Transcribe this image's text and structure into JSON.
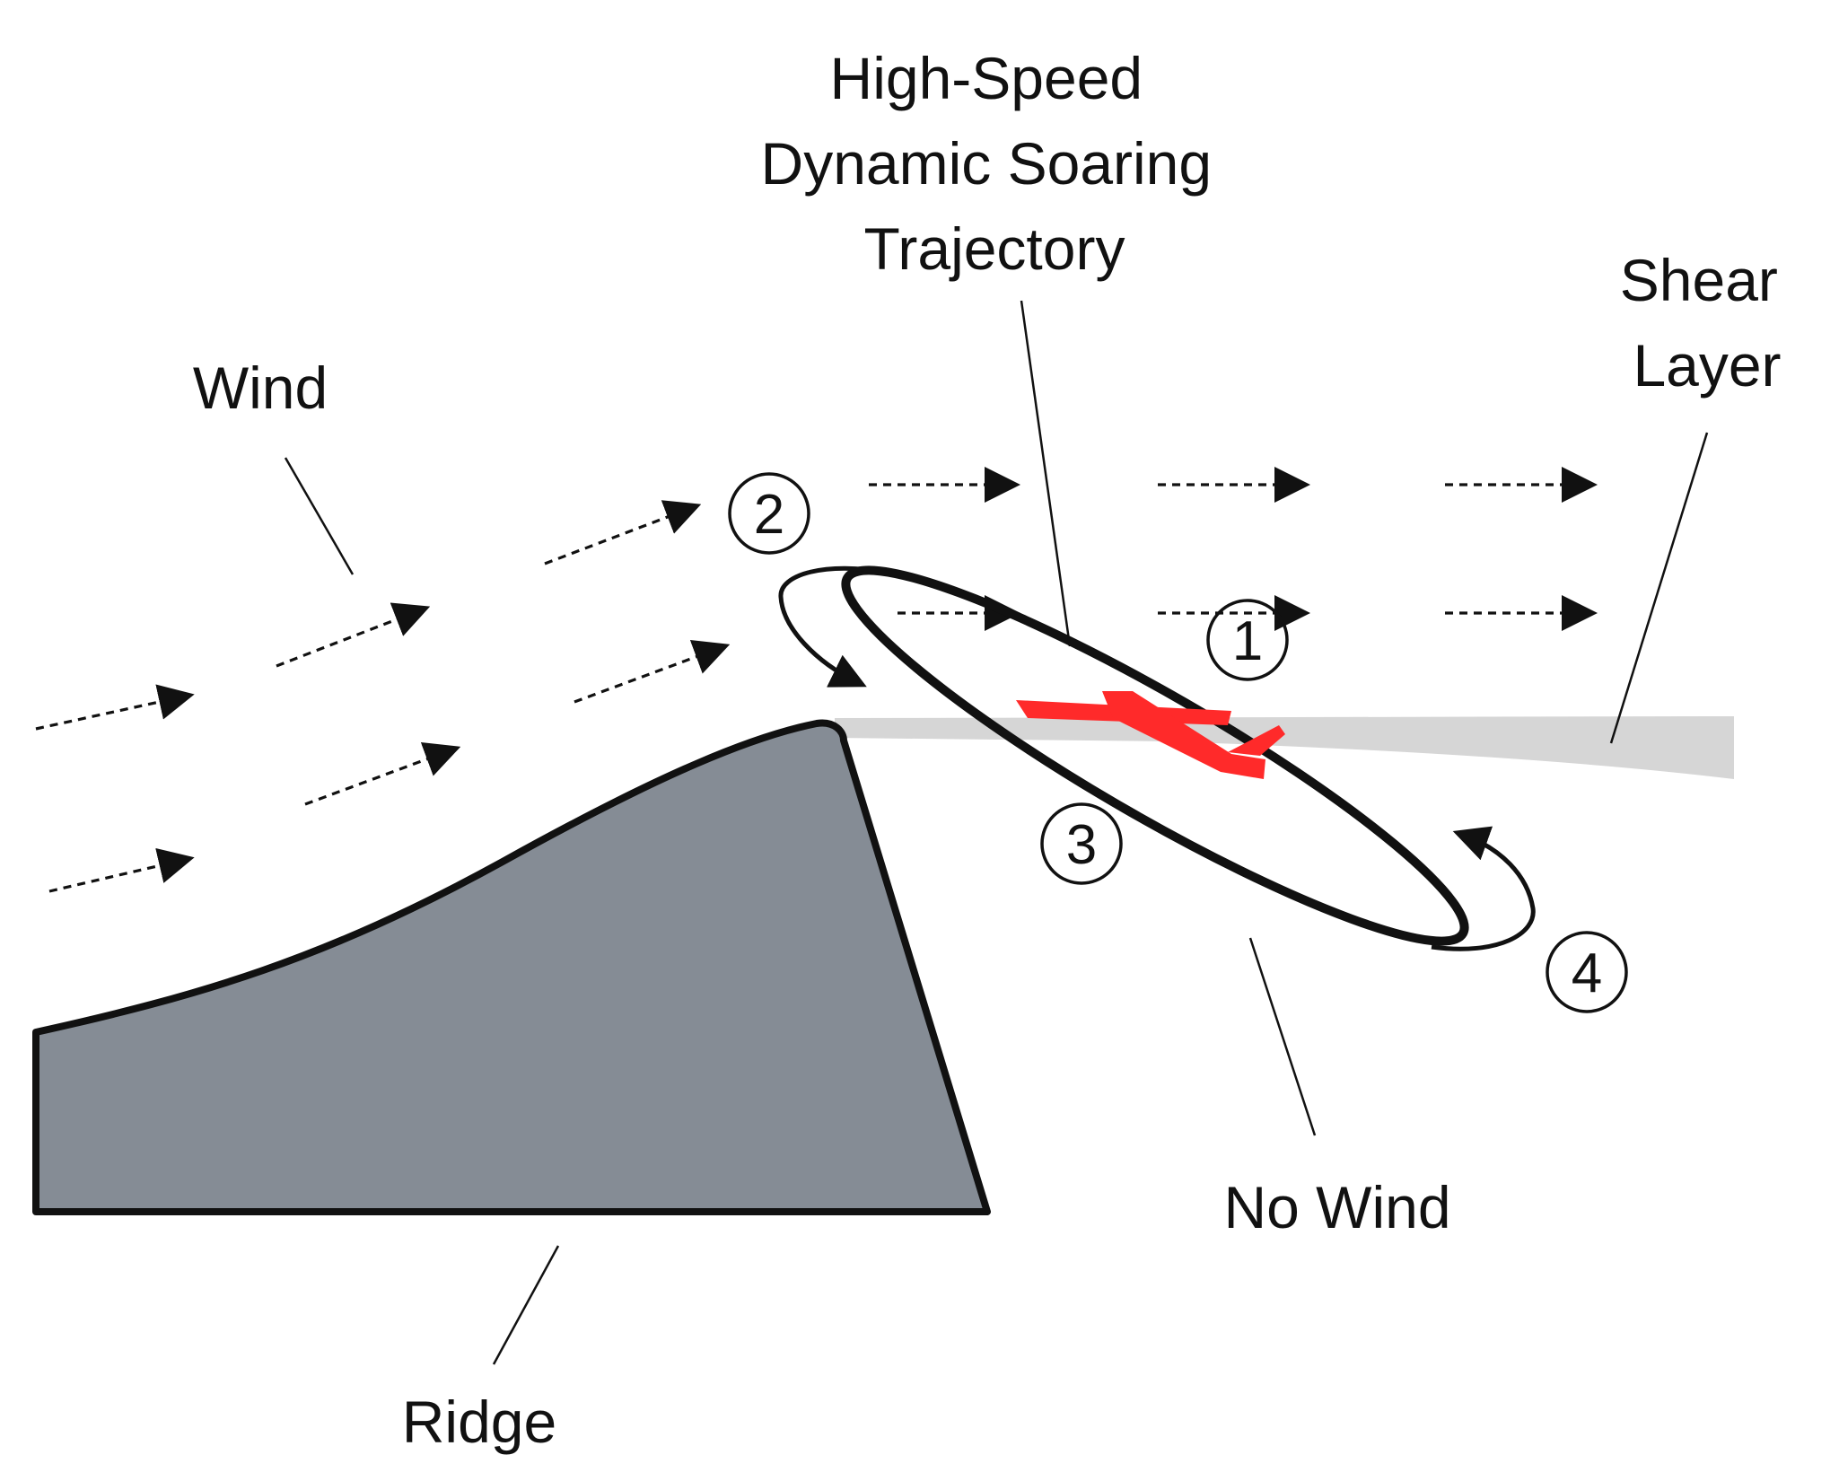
{
  "labels": {
    "trajectory": [
      "High-Speed",
      "Dynamic Soaring",
      "Trajectory"
    ],
    "shear_layer": [
      "Shear",
      "Layer"
    ],
    "wind": "Wind",
    "no_wind": "No Wind",
    "ridge": "Ridge"
  },
  "markers": [
    "1",
    "2",
    "3",
    "4"
  ],
  "colors": {
    "background": "#ffffff",
    "ridge_fill": "#858c95",
    "ridge_stroke": "#111111",
    "shear_layer": "#d6d6d6",
    "glider": "#ff2a2a",
    "ink": "#111111"
  }
}
